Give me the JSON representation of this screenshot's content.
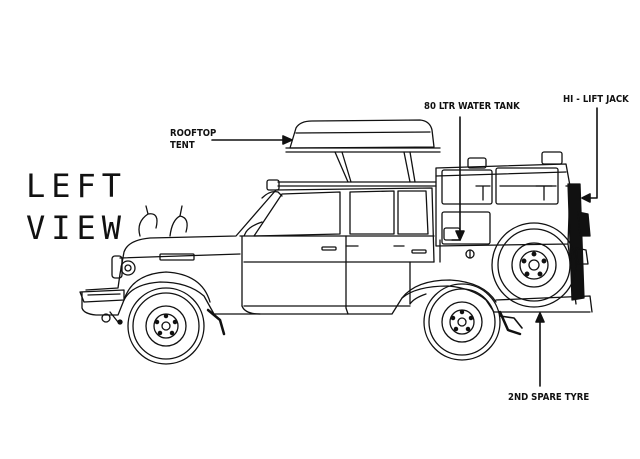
{
  "title": {
    "line1": "LEFT",
    "line2": "VIEW"
  },
  "labels": {
    "rooftop_tent_line1": "ROOFTOP",
    "rooftop_tent_line2": "TENT",
    "water_tank": "80 LTR WATER TANK",
    "hi_lift_jack": "HI - LIFT JACK",
    "spare_tyre": "2ND SPARE TYRE"
  },
  "colors": {
    "ink": "#111111",
    "background": "#ffffff"
  }
}
